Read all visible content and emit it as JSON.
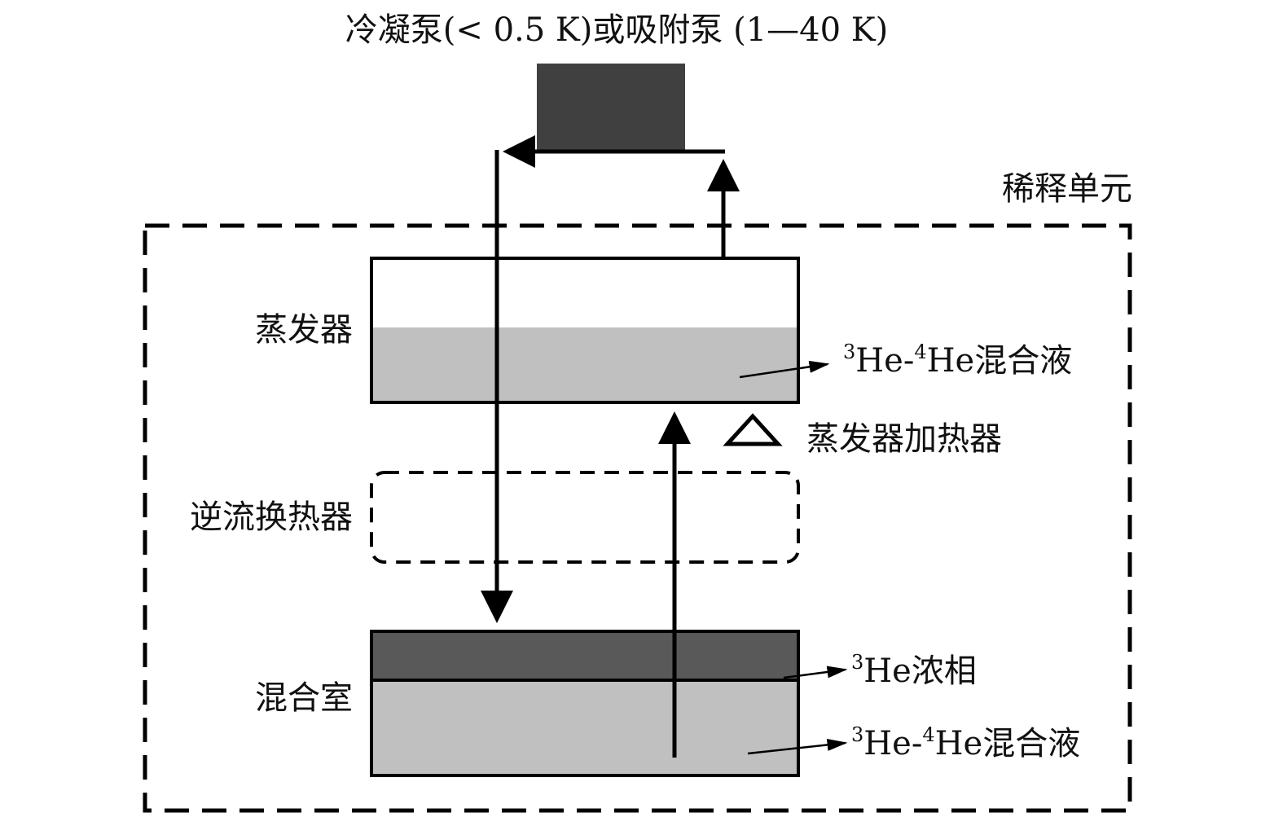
{
  "title": "冷凝泵(< 0.5  K)或吸附泵 (1—40  K)",
  "unit_label": "稀释单元",
  "evaporator": {
    "label": "蒸发器",
    "liquid": {
      "sup1": "3",
      "a": "He-",
      "sup2": "4",
      "b": "He混合液"
    }
  },
  "heater_label": "蒸发器加热器",
  "heat_exchanger_label": "逆流换热器",
  "mixing_chamber": {
    "label": "混合室",
    "concentrated": {
      "sup": "3",
      "text": "He浓相"
    },
    "dilute": {
      "sup1": "3",
      "a": "He-",
      "sup2": "4",
      "b": "He混合液"
    }
  },
  "colors": {
    "pump": "#404040",
    "liquid": "#c0c0c0",
    "concentrated": "#595959"
  }
}
